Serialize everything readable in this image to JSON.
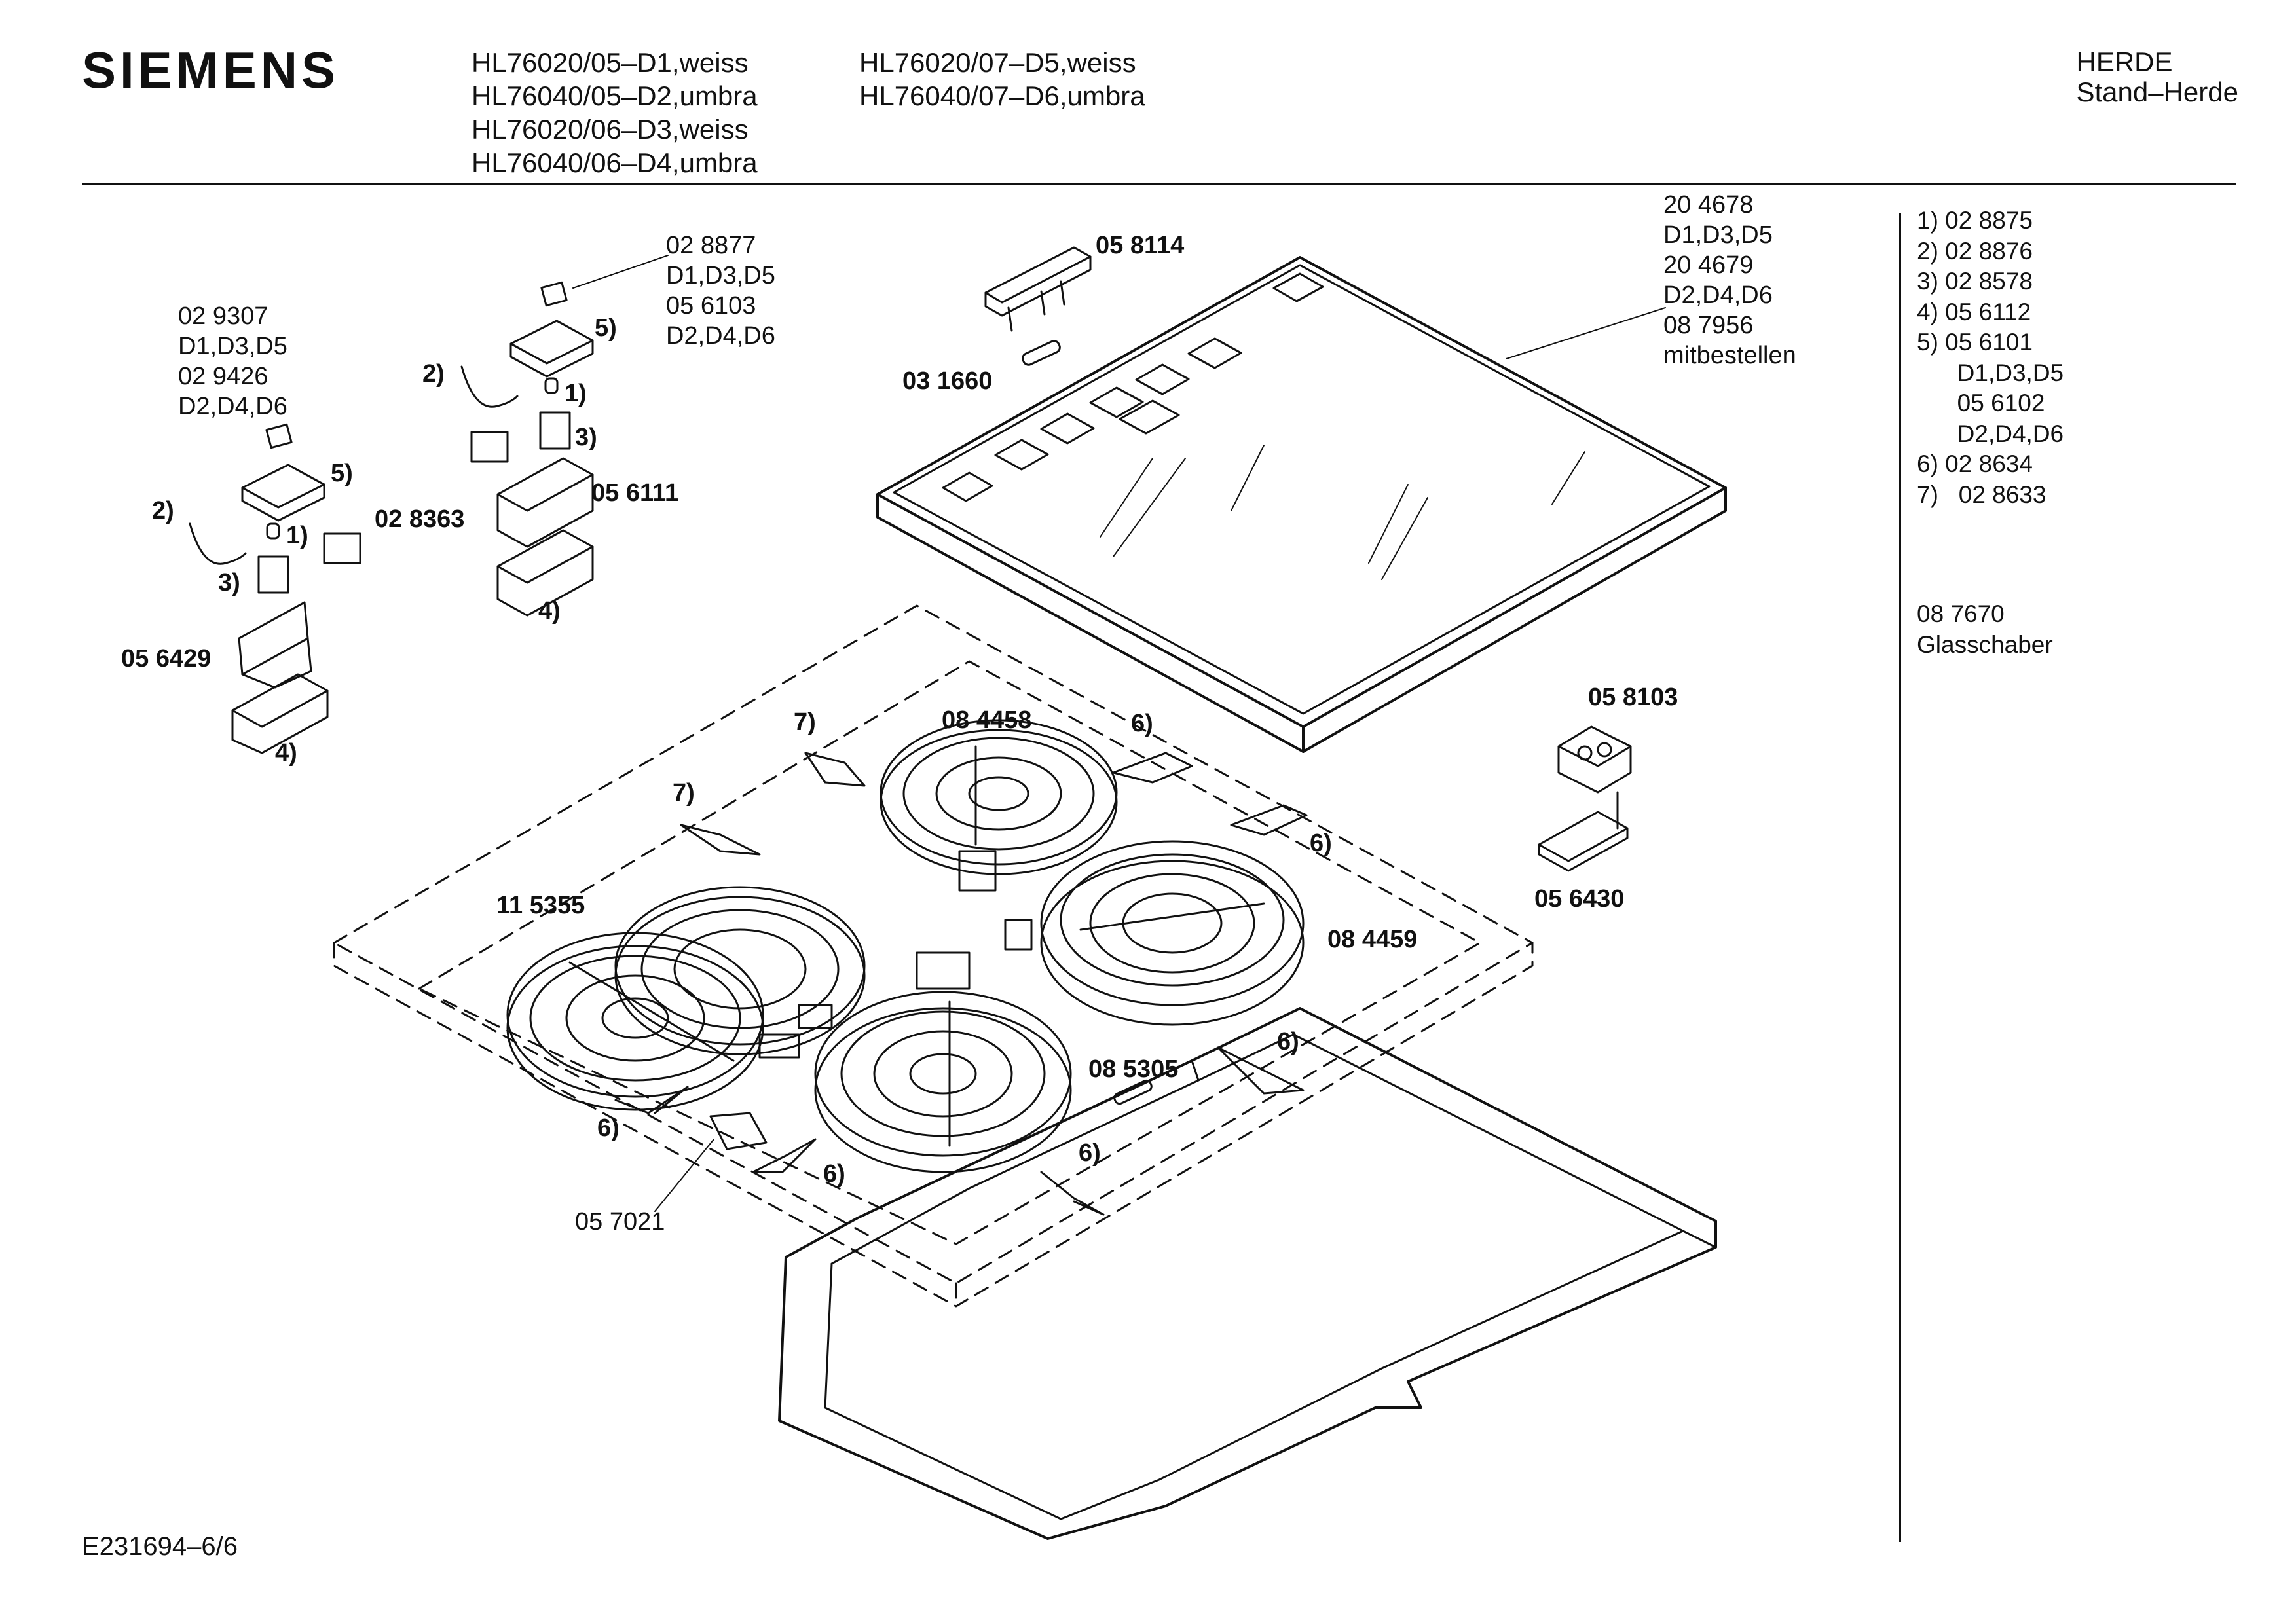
{
  "header": {
    "brand": "SIEMENS",
    "models_col1": [
      "HL76020/05–D1,weiss",
      "HL76040/05–D2,umbra",
      "HL76020/06–D3,weiss",
      "HL76040/06–D4,umbra"
    ],
    "models_col2": [
      "HL76020/07–D5,weiss",
      "HL76040/07–D6,umbra"
    ],
    "category": "HERDE",
    "subcategory": "Stand–Herde"
  },
  "labels": {
    "p028877": "02 8877",
    "p028877_v1": "D1,D3,D5",
    "p056103": "05 6103",
    "p056103_v": "D2,D4,D6",
    "p029307": "02 9307",
    "p029307_v": "D1,D3,D5",
    "p029426": "02 9426",
    "p029426_v": "D2,D4,D6",
    "p058114": "05 8114",
    "p031660": "03 1660",
    "p204678": "20 4678",
    "p204678_v": "D1,D3,D5",
    "p204679": "20 4679",
    "p204679_v": "D2,D4,D6",
    "p087956": "08 7956",
    "mitbestellen": "mitbestellen",
    "p028363": "02 8363",
    "p056111": "05 6111",
    "p056429": "05 6429",
    "p084458": "08 4458",
    "p115355": "11 5355",
    "p084459": "08 4459",
    "p058103": "05 8103",
    "p056430": "05 6430",
    "p085305": "08 5305",
    "p057021": "05 7021",
    "c1": "1)",
    "c2": "2)",
    "c3": "3)",
    "c4": "4)",
    "c5": "5)",
    "c6": "6)",
    "c7": "7)"
  },
  "legend": [
    "1)  02 8875",
    "2)  02 8876",
    "3)  02 8578",
    "4)  05 6112",
    "5)  05 6101",
    "      D1,D3,D5",
    "      05 6102",
    "      D2,D4,D6",
    "6)  02 8634",
    "7)   02 8633"
  ],
  "extra": {
    "code": "08 7670",
    "name": "Glasschaber"
  },
  "footer": "E231694–6/6"
}
